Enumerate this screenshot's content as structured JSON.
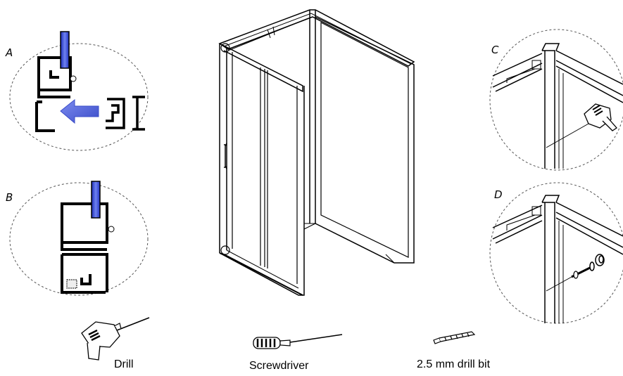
{
  "detail_labels": {
    "a": "A",
    "b": "B",
    "c": "C",
    "d": "D"
  },
  "tools": {
    "drill": "Drill",
    "screwdriver": "Screwdriver",
    "drill_bit": "2.5 mm drill bit"
  },
  "colors": {
    "arrow_fill": "#5a6fd8",
    "profile_fill": "#3d4fd0",
    "line": "#000000",
    "dash_circle": "#555555"
  },
  "icons": [
    "drill-icon",
    "screwdriver-icon",
    "drill-bit-icon",
    "arrow-left-icon",
    "screw-icon",
    "wall-plug-icon"
  ]
}
